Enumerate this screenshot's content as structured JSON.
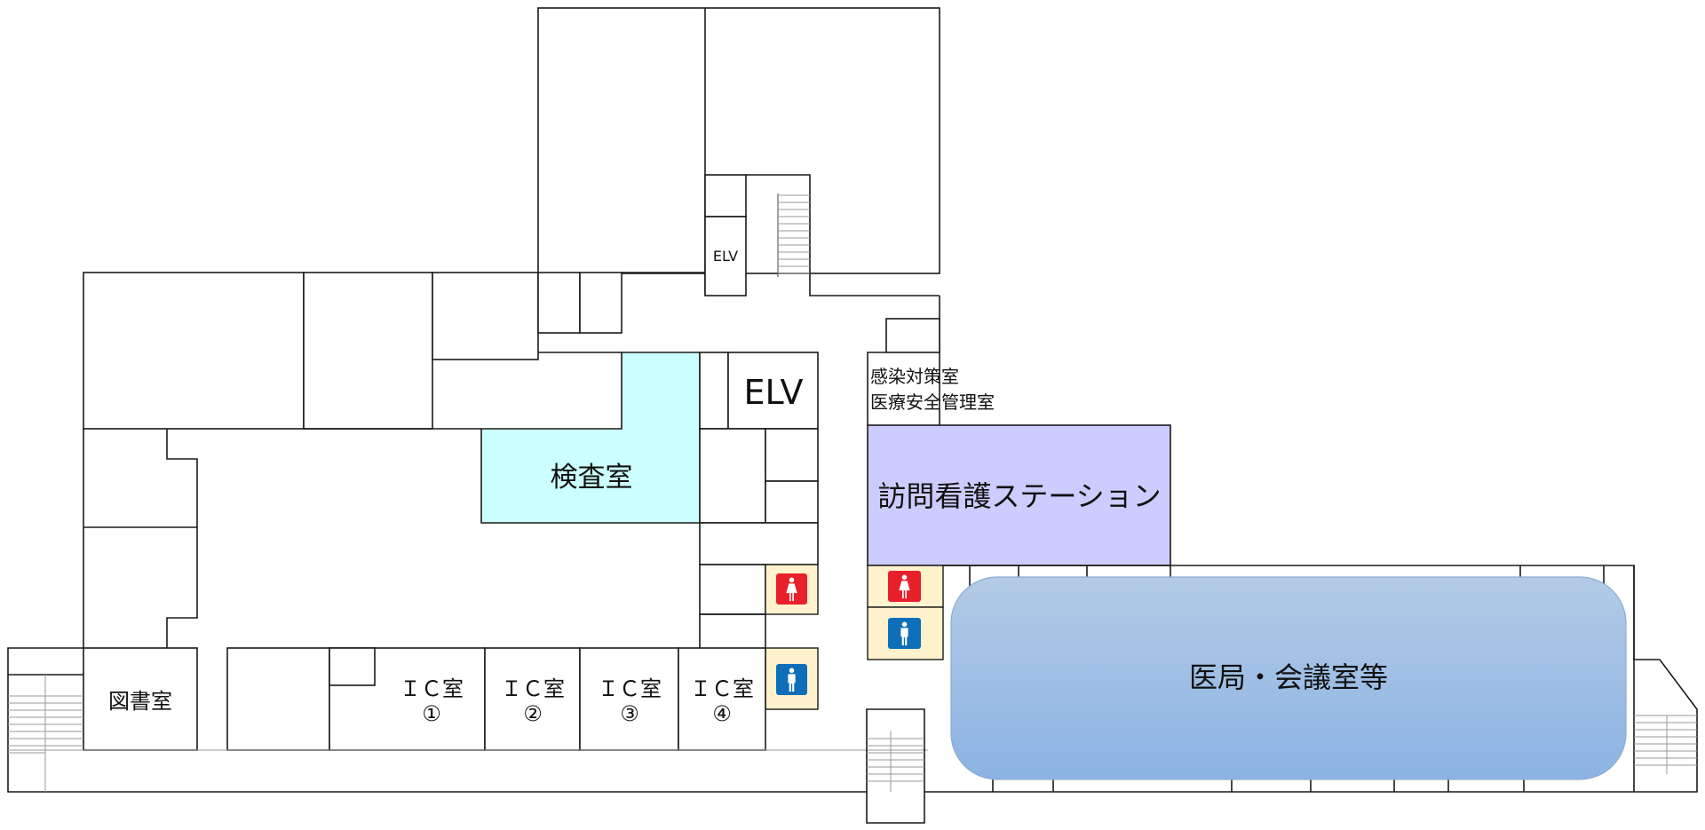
{
  "floor_plan": {
    "rooms": {
      "elv_top": "ELV",
      "elv_main": "ELV",
      "kensa": "検査室",
      "kansen_line1": "感染対策室",
      "kansen_line2": "医療安全管理室",
      "houmon": "訪問看護ステーション",
      "ikyoku": "医局・会議室等",
      "toshoshitsu": "図書室",
      "ic_label": "ＩＣ室",
      "ic1": "①",
      "ic2": "②",
      "ic3": "③",
      "ic4": "④"
    },
    "restrooms": [
      {
        "type": "female",
        "icon": "female-restroom-icon"
      },
      {
        "type": "female",
        "icon": "female-restroom-icon"
      },
      {
        "type": "male",
        "icon": "male-restroom-icon"
      },
      {
        "type": "male",
        "icon": "male-restroom-icon"
      }
    ],
    "colors": {
      "kensa_fill": "#ccffff",
      "houmon_fill": "#ccccff",
      "ikyoku_top": "#b3cbe6",
      "ikyoku_bottom": "#8bb3e3",
      "restroom_bg": "#fff2cc",
      "female": "#e8202a",
      "male": "#0e6fb8"
    }
  }
}
